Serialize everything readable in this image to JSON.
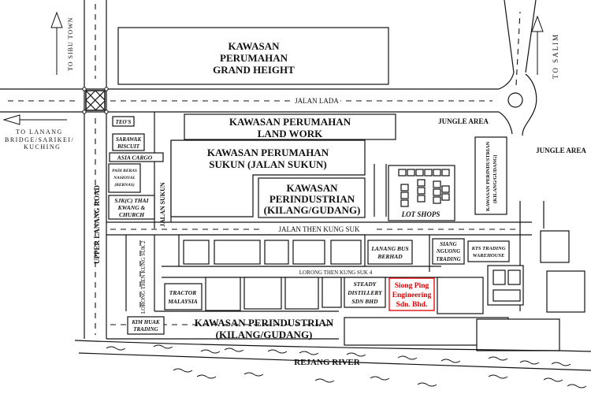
{
  "directions": {
    "sibu_town": "TO SIBU TOWN",
    "salim": "TO SALIM",
    "lanang_1": "TO LANANG",
    "lanang_2": "BRIDGE/SARIKEI/",
    "lanang_3": "KUCHING"
  },
  "roads": {
    "jalan_lada": "JALAN LADA",
    "jalan_sukun": "JALAN SUKUN",
    "jalan_then_kung_suk": "JALAN THEN KUNG SUK",
    "upper_lanang_road": "UPPER LANANG ROAD",
    "lorong_then_kung_suk_2": "LORONG THEN KUNG SUK 2",
    "lorong_then_kung_suk_4": "LORONG THEN KUNG SUK 4"
  },
  "areas": {
    "grand_height": [
      "KAWASAN",
      "PERUMAHAN",
      "GRAND HEIGHT"
    ],
    "land_work": [
      "KAWASAN PERUMAHAN",
      "LAND WORK"
    ],
    "sukun": [
      "KAWASAN PERUMAHAN",
      "SUKUN (JALAN SUKUN)"
    ],
    "perindustrian_upper": [
      "KAWASAN",
      "PERINDUSTRIAN",
      "(KILANG/GUDANG)"
    ],
    "perindustrian_lower": [
      "KAWASAN PERINDUSTRIAN",
      "(KILANG/GUDANG)"
    ],
    "perindustrian_vertical": [
      "KAWASAN PERINDUSTRIAN",
      "(KILANG/GUDANG)"
    ],
    "jungle_1": "JUNGLE AREA",
    "jungle_2": "JUNGLE AREA",
    "lot_shops": "LOT SHOPS",
    "river": "REJANG RIVER"
  },
  "buildings": {
    "teos": "TEO'S",
    "sarawak_biscuit": [
      "SARAWAK",
      "BISCUIT"
    ],
    "asia_cargo": "ASIA CARGO",
    "padi_beras": [
      "PADI BERAS",
      "NASIONAL",
      "(BERNAS)"
    ],
    "sjk": [
      "SJK(C) THAI",
      "KWANG &",
      "CHURCH"
    ],
    "lanang_bus": [
      "LANANG BUS",
      "BERHAD"
    ],
    "siang_nguong": [
      "SIANG",
      "NGUONG",
      "TRADING"
    ],
    "kts": [
      "KTS TRADING",
      "WAREHOUSE"
    ],
    "tractor": [
      "TRACTOR",
      "MALAYSIA"
    ],
    "steady": [
      "STEADY",
      "DISTILLERY",
      "SDN BHD"
    ],
    "kim_huak": [
      "KIM HUAK",
      "TRADING"
    ]
  },
  "highlight": {
    "name": [
      "Siong Ping",
      "Engineering",
      "Sdn. Bhd."
    ],
    "color": "#e00000"
  }
}
